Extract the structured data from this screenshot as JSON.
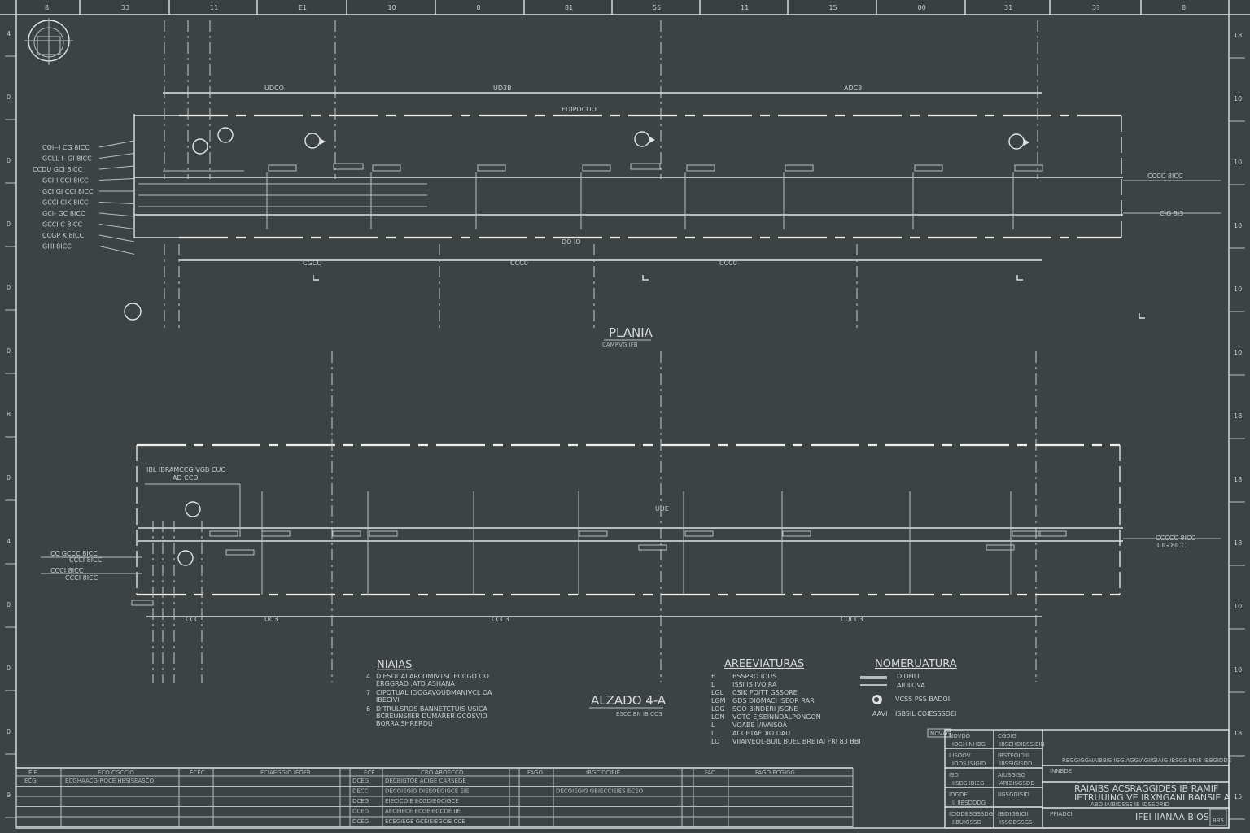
{
  "top_ruler": [
    "ß",
    "33",
    "11",
    "E1",
    "10",
    "8",
    "81",
    "55",
    "11",
    "15",
    "00",
    "31",
    "3?",
    "8"
  ],
  "left_ruler": [
    "4",
    "0",
    "0",
    "0",
    "0",
    "0",
    "8",
    "0",
    "4",
    "0",
    "0",
    "0",
    "9"
  ],
  "right_ruler": [
    "18",
    "10",
    "10",
    "10",
    "10",
    "10",
    "18",
    "18",
    "18",
    "10",
    "10",
    "18",
    "15"
  ],
  "plan": {
    "title": "PLANIA",
    "scale": "CAMRVG IFB",
    "dims_top": [
      "UDCO",
      "UD3B",
      "ADC3"
    ],
    "dims_bottom": [
      "CGCO",
      "CCC0",
      "CCC0"
    ],
    "mid_label": "DO IO",
    "top_label": "EDIPOCOO",
    "left_callouts": [
      "COI--I CG 8ICC",
      "GCLL I- GI 8ICC",
      "CCDU GCI 8ICC",
      "GCI-I CCI 8ICC",
      "GCI GI CCI 8ICC",
      "GCCI CIK 8ICC",
      "GCI- GC 8ICC",
      "GCCI C 8ICC",
      "CCGP K 8ICC",
      "GHI 8ICC"
    ],
    "right_callouts": [
      "CCCC 8ICC",
      "CIG 8I3"
    ]
  },
  "elevation": {
    "title": "ALZADO 4-A",
    "scale": "ESCCIBN IB CO3",
    "header_note": "IBL IBRAMCCG VGB CUC",
    "sub_note": "AD CCD",
    "dims": [
      "CCC",
      "UC3",
      "CCC3",
      "CUCC3"
    ],
    "left_callouts": [
      "CC GCCC 8ICC",
      "CCCI 8ICC",
      "CCCI 8ICC",
      "CCCI 8ICC"
    ],
    "right_callouts": [
      "CCCCC 8ICC",
      "CIG 8ICC"
    ],
    "mid_label": "UUE"
  },
  "notes": {
    "title": "NIAIAS",
    "items": [
      {
        "num": "4",
        "lines": [
          "DIESDUAI ARCOMIVTSL ECCGD OO",
          "ERGGRAD .ATD ASHANA"
        ]
      },
      {
        "num": "7",
        "lines": [
          "CIPOTUAL IOOGAVOUDMANIVCL OA",
          "IBECIVI"
        ]
      },
      {
        "num": "6",
        "lines": [
          "DITRULSROS BANNETCTUIS USICA",
          "BCREUNSIIER DUMARER GCOSVID",
          "BORRA SHRERDU"
        ]
      }
    ]
  },
  "abbreviations": {
    "title": "AREEVIATURAS",
    "rows": [
      [
        "E",
        "BSSPRO IOUS"
      ],
      [
        "L",
        "ISSI IS IVOIRA"
      ],
      [
        "LGL",
        "CSIK POITT GSSORE"
      ],
      [
        "LGM",
        "GDS DIOMACI ISEOR RAR"
      ],
      [
        "LOG",
        "SOO BINDERI JSGNE"
      ],
      [
        "LON",
        "VOTG EJSEINNDALPONGON"
      ],
      [
        "L",
        "VOABE I/IVAISOA"
      ],
      [
        "I",
        "ACCETAEDIO DAU"
      ],
      [
        "LO",
        "VIIAIVEOL-BUIL BUEL BRETAI FRI 83 BBI"
      ]
    ]
  },
  "nomenclature": {
    "title": "NOMERUATURA",
    "rows": [
      {
        "symbol": "double-line",
        "text": "DIDHLI"
      },
      {
        "symbol": "single-line",
        "text": "AIDLOVA"
      },
      {
        "symbol": "section-mark",
        "text": "VCSS PSS BADOI"
      },
      {
        "symbol": "text",
        "key": "AAVI",
        "text": "ISBSIL COIESSSDEI"
      }
    ],
    "stamp": "NOVAG"
  },
  "bottom_table": {
    "headers": [
      "EIE",
      "ECO CGCCIO",
      "ECEC",
      "FCIAEGGIO IEOFB",
      "ECE",
      "CRO AROECCO",
      "FAGO",
      "IRGCICCIEIE",
      "FAC",
      "FAGO ECGIGG"
    ],
    "rows": [
      [
        "ECG",
        "ECGHAACG-ROCE HESISEASCO",
        "",
        "",
        "DCEG",
        "DECEIGTOE ACIGE CARSEGE",
        "",
        "",
        "",
        ""
      ],
      [
        "",
        "",
        "",
        "",
        "DECC",
        "DECGIEGIG DIEEOEGIGCE EIE",
        "",
        "DECGIEGIG GBIECCIEIES ECEO",
        "",
        ""
      ],
      [
        "",
        "",
        "",
        "",
        "DCEG",
        "EIECICDIE ECGDIEOCIGCE",
        "",
        "",
        "",
        ""
      ],
      [
        "",
        "",
        "",
        "",
        "DCEG",
        "AECEIECE ECGEIEGCDE IIE",
        "",
        "",
        "",
        ""
      ],
      [
        "",
        "",
        "",
        "",
        "DCEG",
        "ECEGIEGE GCEIEIEGCIE CCE",
        "",
        "",
        "",
        ""
      ]
    ]
  },
  "title_block": {
    "cells": [
      [
        "NOVDD",
        "CGDIG"
      ],
      [
        "IOGHINHBG",
        "IBSEHDIBSSIEIN"
      ],
      [
        "I ISOOV",
        "IBSTEOIDIII"
      ],
      [
        "IOOS ISIGID",
        "IBSSIGISDD"
      ],
      [
        "ISD",
        "AIUSGISO"
      ],
      [
        "IISBGIIBIEG",
        "ARIBISGSDE"
      ],
      [
        "IOGDE",
        "IIGSGDISID"
      ],
      [
        "II IIBSDDDG",
        ""
      ],
      [
        "ICIODBSGSSDGI",
        "IBIDIGBICII"
      ],
      [
        "IIBUIGSSG",
        "ISSODSSGS"
      ]
    ],
    "company_line": "REGGIGGNAIBBIS IGGIAGGIAGIIGIAIG IBSGS BRIE IBBGIDDE",
    "project_label": "INNBDE",
    "title_lines": [
      "RAIAIBS ACSRAGGIDES IB RAMIF",
      "IETRUUING VE IRXNGANI BANSIE A"
    ],
    "subtitle": "ABD IAIBIDSSE IB IDSSDRID",
    "drawing_label": "PPIADCI",
    "drawing_name": "IFEI IIANAA BIOS",
    "sheet": "BBS"
  }
}
